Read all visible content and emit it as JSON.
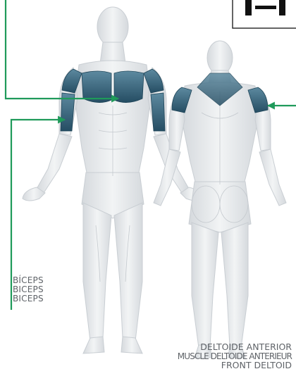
{
  "labels": {
    "biceps": [
      "BÍCEPS",
      "BICEPS",
      "BICEPS"
    ],
    "deltoid": [
      "DELTOIDE ANTERIOR",
      "MUSCLE DELTOIDE ANTERIEUR",
      "FRONT DELTOID"
    ]
  },
  "colors": {
    "arrow": "#1f9a5a",
    "muscle_highlight": "#2f5f78",
    "body": "#e6e9ec",
    "text": "#5f6368"
  }
}
